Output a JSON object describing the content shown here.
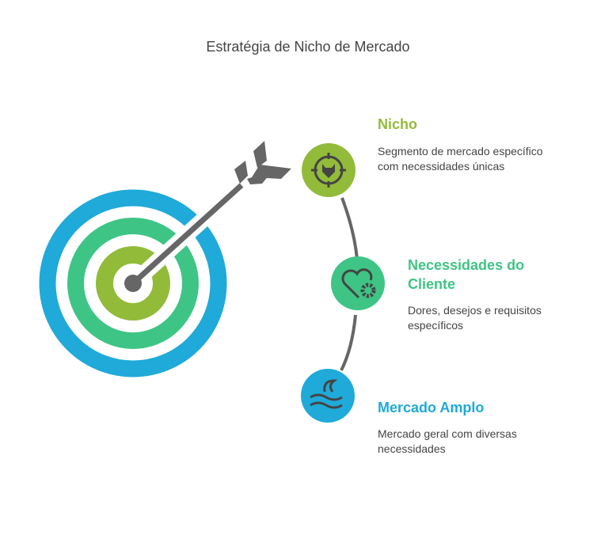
{
  "title": "Estratégia de Nicho de Mercado",
  "colors": {
    "nicho": "#92BB3A",
    "necessidades": "#3EC585",
    "mercado": "#1FAAD9",
    "arrow": "#666666"
  },
  "items": [
    {
      "title": "Nicho",
      "desc": "Segmento de mercado específico com necessidades únicas",
      "icon": "target-wolf-icon"
    },
    {
      "title": "Necessidades do Cliente",
      "desc": "Dores, desejos e requisitos específicos",
      "icon": "heart-gear-icon"
    },
    {
      "title": "Mercado Amplo",
      "desc": "Mercado geral com diversas necessidades",
      "icon": "wave-icon"
    }
  ]
}
